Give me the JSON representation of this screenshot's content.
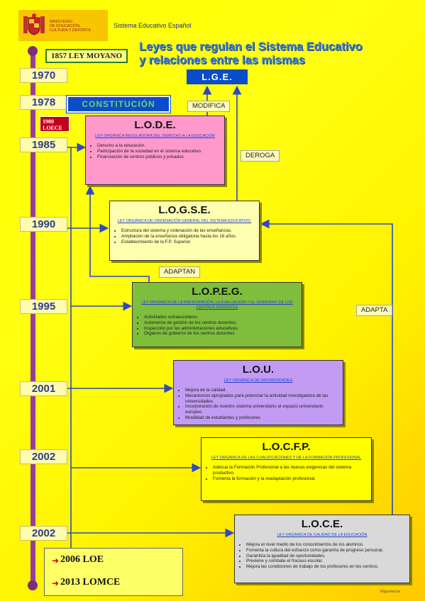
{
  "header": {
    "ministry": "MINISTERIO\nDE EDUCACIÓN,\nCULTURA Y DEPORTE",
    "system": "Sistema Educativo Español",
    "title": "Leyes que regulan el Sistema Educativo\ny relaciones entre las mismas"
  },
  "timeline": {
    "moyano": "1857  LEY MOYANO",
    "years": [
      "1970",
      "1978",
      "1985",
      "1990",
      "1995",
      "2001",
      "2002",
      "2002"
    ],
    "lge": "L.G.E.",
    "constitucion": "CONSTITUCIÓN",
    "loece": "1980\nLOECE"
  },
  "relations": {
    "modifica": "MODIFICA",
    "deroga": "DEROGA",
    "adaptan": "ADAPTAN",
    "adapta": "ADAPTA"
  },
  "laws": {
    "lode": {
      "title": "L.O.D.E.",
      "subtitle": "LEY ORGÁNICA REGULADORA DEL DERECHO A LA EDUCACIÓN",
      "items": [
        "Derecho a la educación.",
        "Participación de la sociedad en el sistema educativo.",
        "Financiación de centros públicos y privados."
      ]
    },
    "logse": {
      "title": "L.O.G.S.E.",
      "subtitle": "LEY ORGÁNICA DE ORDENACIÓN GENERAL DEL SISTEMA EDUCATIVO.",
      "items": [
        "Estructura del sistema y ordenación de las enseñanzas.",
        "Ampliación de la enseñanza obligatoria hasta los 16 años.",
        "Establecimiento de la F.P. Superior."
      ]
    },
    "lopeg": {
      "title": "L.O.P.E.G.",
      "subtitle": "LEY ORGÁNICA DE LA PARTICIPACIÓN, LA EVALUACIÓN Y EL GOBIERNO DE LOS CENTROS DOCENTES",
      "items": [
        "Actividades extraescolares.",
        "Autonomía de gestión de los centros docentes.",
        "Inspección por las administraciones educativas.",
        "Órganos de gobierno de los centros docentes."
      ]
    },
    "lou": {
      "title": "L.O.U.",
      "subtitle": "LEY ORGÁNICA DE UNIVERSIDADES",
      "items": [
        "Mejora de la calidad.",
        "Mecanismos apropiados para potenciar la actividad investigadora de las universidades.",
        "Incorporación de nuestro sistema universitario al espacio universitario europeo.",
        "Movilidad de estudiantes y profesores."
      ]
    },
    "locfp": {
      "title": "L.O.C.F.P.",
      "subtitle": "LEY ORGÁNICA DE LAS CUALIFICACIONES Y DE LA FORMACIÓN PROFESIONAL",
      "items": [
        "Adecua la Formación Profesional a las nuevas exigencias del sistema productivo.",
        "Fomenta la formación y la readaptación profesional."
      ]
    },
    "loce": {
      "title": "L.O.C.E.",
      "subtitle": "LEY ORGÁNICA DE CALIDAD DE LA EDUCACIÓN",
      "items": [
        "Mejora el nivel medio de los conocimientos de los alumnos.",
        "Fomenta la cultura del esfuerzo como garantía de progreso personal.",
        "Garantiza la igualdad de oportunidades.",
        "Previene y combate el fracaso escolar.",
        "Mejora las condiciones de trabajo de los profesores en los centros."
      ]
    }
  },
  "later": [
    "2006 LOE",
    "2013 LOMCE"
  ],
  "author": "Miguelarcia",
  "colors": {
    "timeline": "#9a3d9a",
    "lge": "#0a4cc9",
    "arrow": "#2d49c6"
  }
}
